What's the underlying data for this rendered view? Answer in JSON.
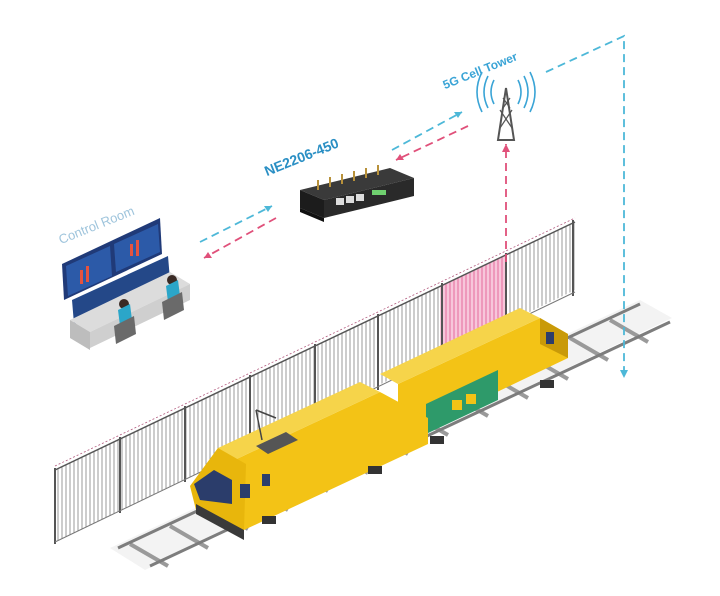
{
  "labels": {
    "control_room": "Control Room",
    "device": "NE2206-450",
    "tower": "5G Cell Tower"
  },
  "icons": [
    "control-room-screens-icon",
    "operator-icon",
    "router-icon",
    "cell-tower-icon",
    "fence-icon",
    "train-icon",
    "railway-track-icon"
  ],
  "colors": {
    "uplink_dash": "#4db8d8",
    "downlink_dash": "#e0507a",
    "train_body": "#f3c316",
    "train_shade": "#c99a08",
    "train_cargo": "#2e9a6a",
    "fence": "#6f6f6f",
    "fence_highlight": "#ee90b6",
    "rail": "#8a8a8a",
    "router": "#222222",
    "label_blue": "#2a8fc4"
  }
}
